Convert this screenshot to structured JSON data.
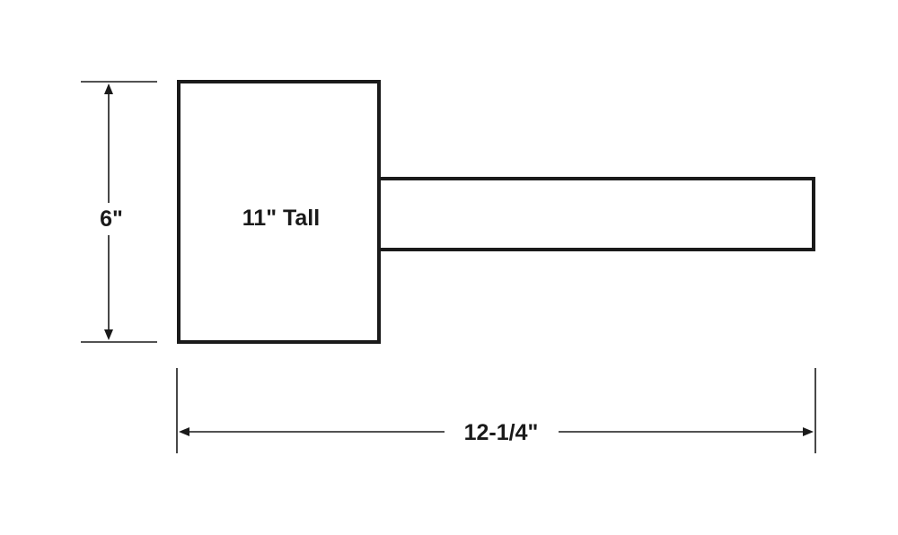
{
  "diagram": {
    "height_label": "6\"",
    "width_label": "12-1/4\"",
    "body_label": "11\" Tall"
  },
  "colors": {
    "stroke": "#1a1a1a",
    "background": "#ffffff"
  }
}
